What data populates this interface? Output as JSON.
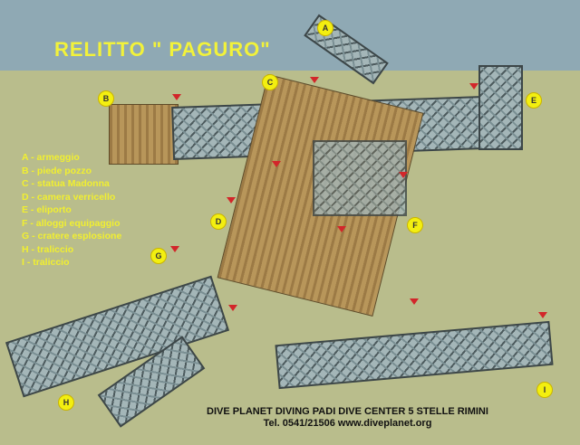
{
  "title": "RELITTO \" PAGURO\"",
  "legend": [
    "A - armeggio",
    "B - piede pozzo",
    "C - statua Madonna",
    "D - camera verricello",
    "E - eliporto",
    "F - alloggi equipaggio",
    "G - cratere esplosione",
    "H - traliccio",
    "I - traliccio"
  ],
  "markers": {
    "a": "A",
    "b": "B",
    "c": "C",
    "d": "D",
    "e": "E",
    "f": "F",
    "g": "G",
    "h": "H",
    "i": "I"
  },
  "footer": {
    "line1": "DIVE PLANET DIVING  PADI DIVE CENTER 5 STELLE RIMINI",
    "line2": "Tel. 0541/21506 www.diveplanet.org"
  },
  "colors": {
    "legend": "#f1ef30",
    "marker": "#f3ef10",
    "depth": "#d2262a"
  }
}
